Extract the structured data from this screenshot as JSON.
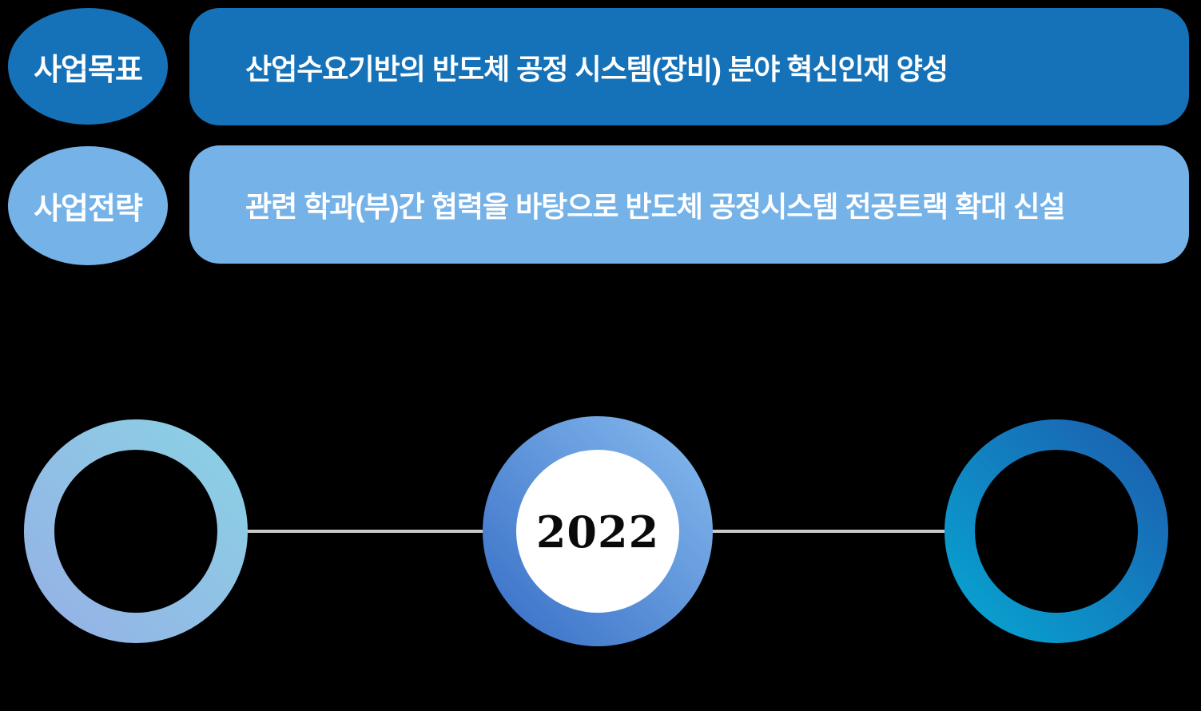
{
  "rows": [
    {
      "label": "사업목표",
      "text": "산업수요기반의 반도체 공정 시스템(장비) 분야 혁신인재 양성"
    },
    {
      "label": "사업전략",
      "text": "관련 학과(부)간 협력을 바탕으로 반도체 공정시스템 전공트랙 확대 신설"
    }
  ],
  "timeline": {
    "year": "2022"
  },
  "palette": {
    "primary_blue": "#1572b9",
    "light_blue": "#74b2e8",
    "text_white": "#ffffff",
    "background": "#000000",
    "connector_gray": "#c9c9c9",
    "year_text_black": "#0a0a0a",
    "left_ring_start": "#8bd0e4",
    "left_ring_end": "#95b2e6",
    "center_ring_start": "#3b72c8",
    "center_ring_end": "#82b6ec",
    "center_fill": "#ffffff",
    "right_ring_start": "#07a3d0",
    "right_ring_end": "#1c60b0"
  }
}
